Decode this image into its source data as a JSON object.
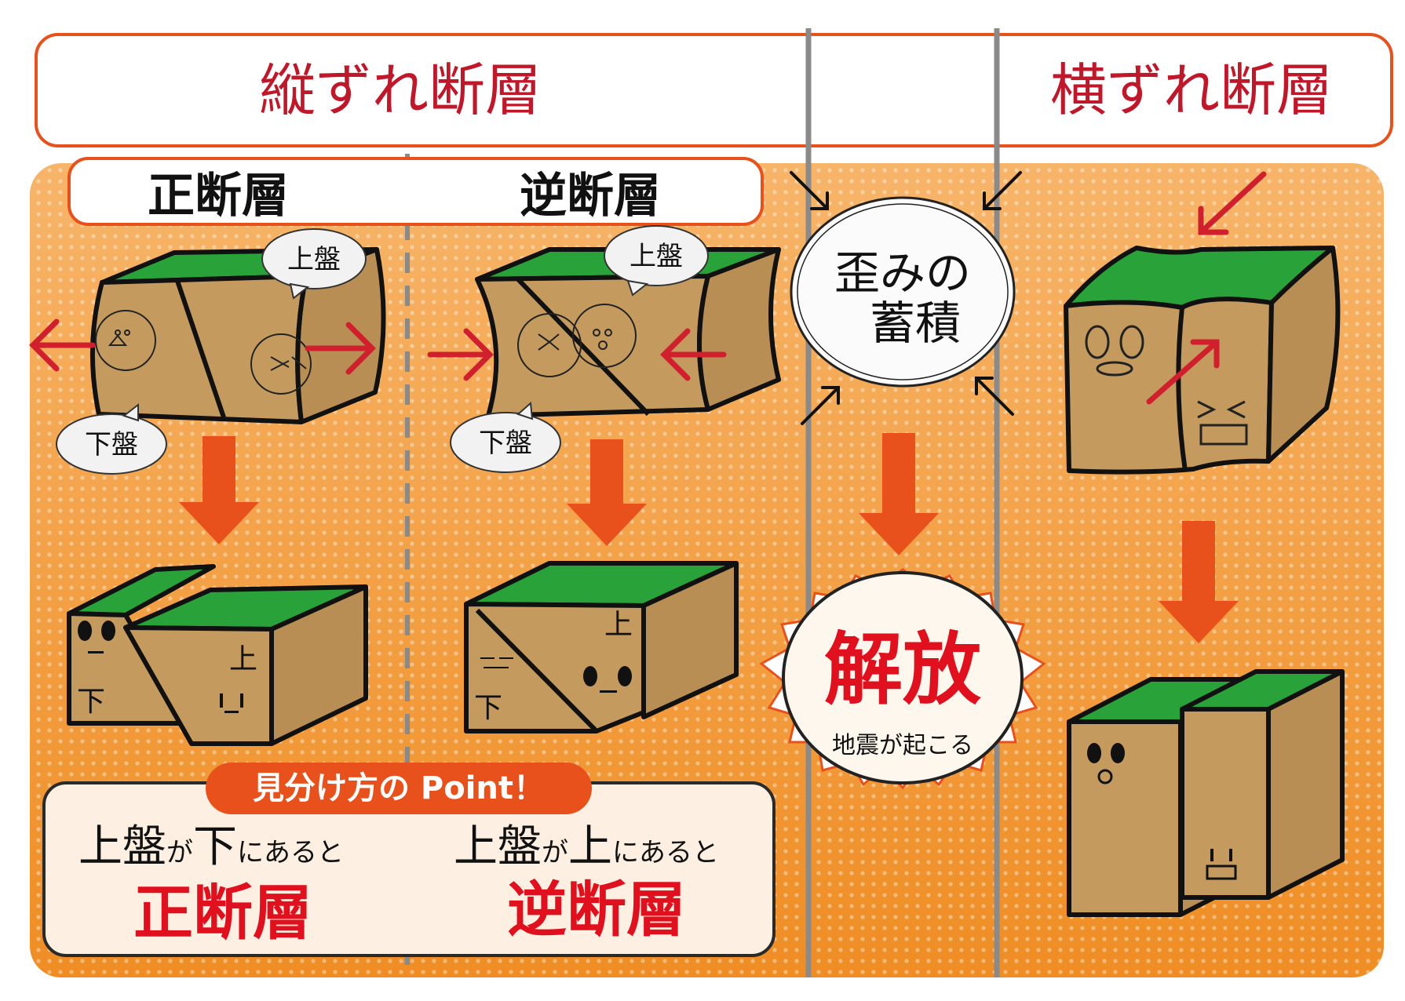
{
  "header": {
    "vertical_faults": "縦ずれ断層",
    "horizontal_faults": "横ずれ断層"
  },
  "subheader": {
    "normal_fault": "正断層",
    "reverse_fault": "逆断層"
  },
  "normal": {
    "hanging_wall": "上盤",
    "footwall": "下盤",
    "mark_upper": "上",
    "mark_lower": "下"
  },
  "reverse": {
    "hanging_wall": "上盤",
    "footwall": "下盤",
    "mark_upper": "上",
    "mark_lower": "下"
  },
  "strain": {
    "line1": "歪みの",
    "line2": "蓄積"
  },
  "release": {
    "title": "解放",
    "subtitle": "地震が起こる"
  },
  "point": {
    "tag": "見分け方の Point！",
    "left_w1": "上盤",
    "left_p1": "が",
    "left_w2": "下",
    "left_p2": "にあると",
    "left_result": "正断層",
    "right_w1": "上盤",
    "right_p1": "が",
    "right_w2": "上",
    "right_p2": "にあると",
    "right_result": "逆断層"
  },
  "colors": {
    "orange": "#f39a35",
    "orange_dark": "#e8501c",
    "crimson": "#c0182b",
    "red_text": "#e0101e",
    "arrow_red": "#d0202e",
    "green": "#2aa23a",
    "cardboard": "#c49a5e",
    "gray_line": "#8a8a8a"
  }
}
